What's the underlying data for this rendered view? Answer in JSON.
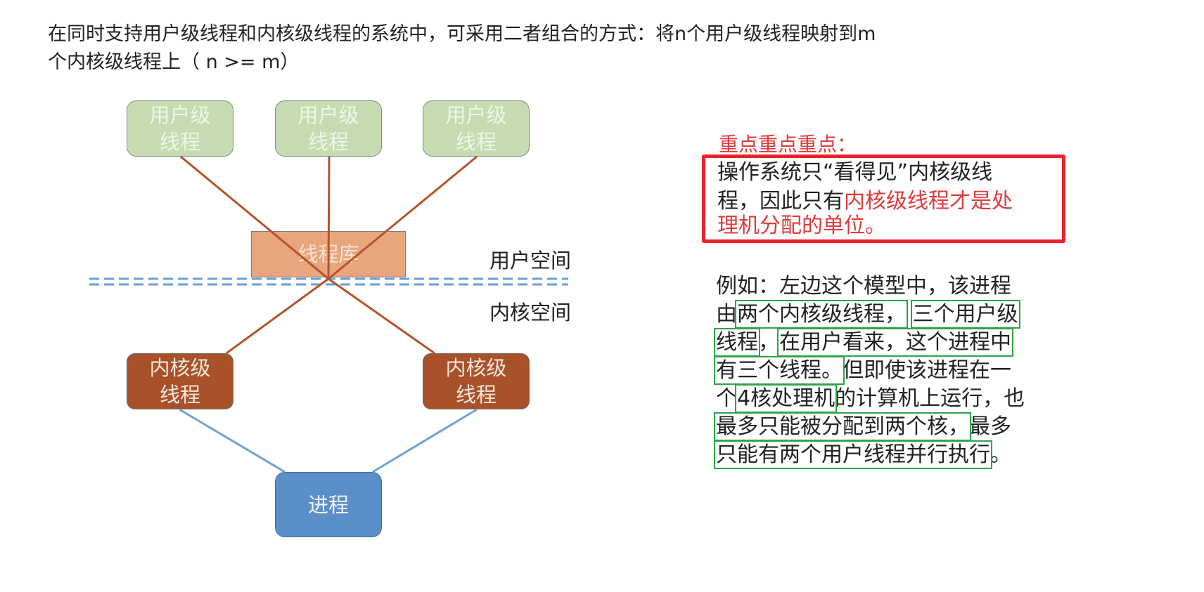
{
  "intro": {
    "line1": "在同时支持用户级线程和内核级线程的系统中，可采用二者组合的方式：将n个用户级线程映射到m",
    "line2": "个内核级线程上（ n >= m）"
  },
  "diagram": {
    "user_threads": [
      "用户级\n线程",
      "用户级\n线程",
      "用户级\n线程"
    ],
    "thread_library": "线程库",
    "user_space": "用户空间",
    "kernel_space": "内核空间",
    "kernel_threads": [
      "内核级\n线程",
      "内核级\n线程"
    ],
    "process": "进程"
  },
  "key_point": {
    "title": "重点重点重点：",
    "line1": "操作系统只“看得见”内核级线",
    "line2_a": "程，因此只有",
    "line2_b": "内核级线程才是处",
    "line3": "理机分配的单位。"
  },
  "example": {
    "l1": "例如：左边这个模型中，该进程",
    "l2": [
      "由",
      "两个内核级线程，",
      " ",
      "三个用户级"
    ],
    "l3": [
      "线程",
      "，",
      "在用户看来，这个进程中"
    ],
    "l4": [
      "有三个线程。",
      "但即使该进程在一"
    ],
    "l5": [
      "个",
      "4核处理机",
      "的计算机上运行，也"
    ],
    "l6": [
      "最多只能被分配到两个核，",
      "最多"
    ],
    "l7": [
      "只能有两个用户线程并行执行",
      "。"
    ]
  },
  "colors": {
    "user": "#c6dcb0",
    "kernel": "#a9522a",
    "library": "#e8a67e",
    "process": "#5b8fc9",
    "red": "#e23a3a",
    "green": "#2ea44a"
  }
}
